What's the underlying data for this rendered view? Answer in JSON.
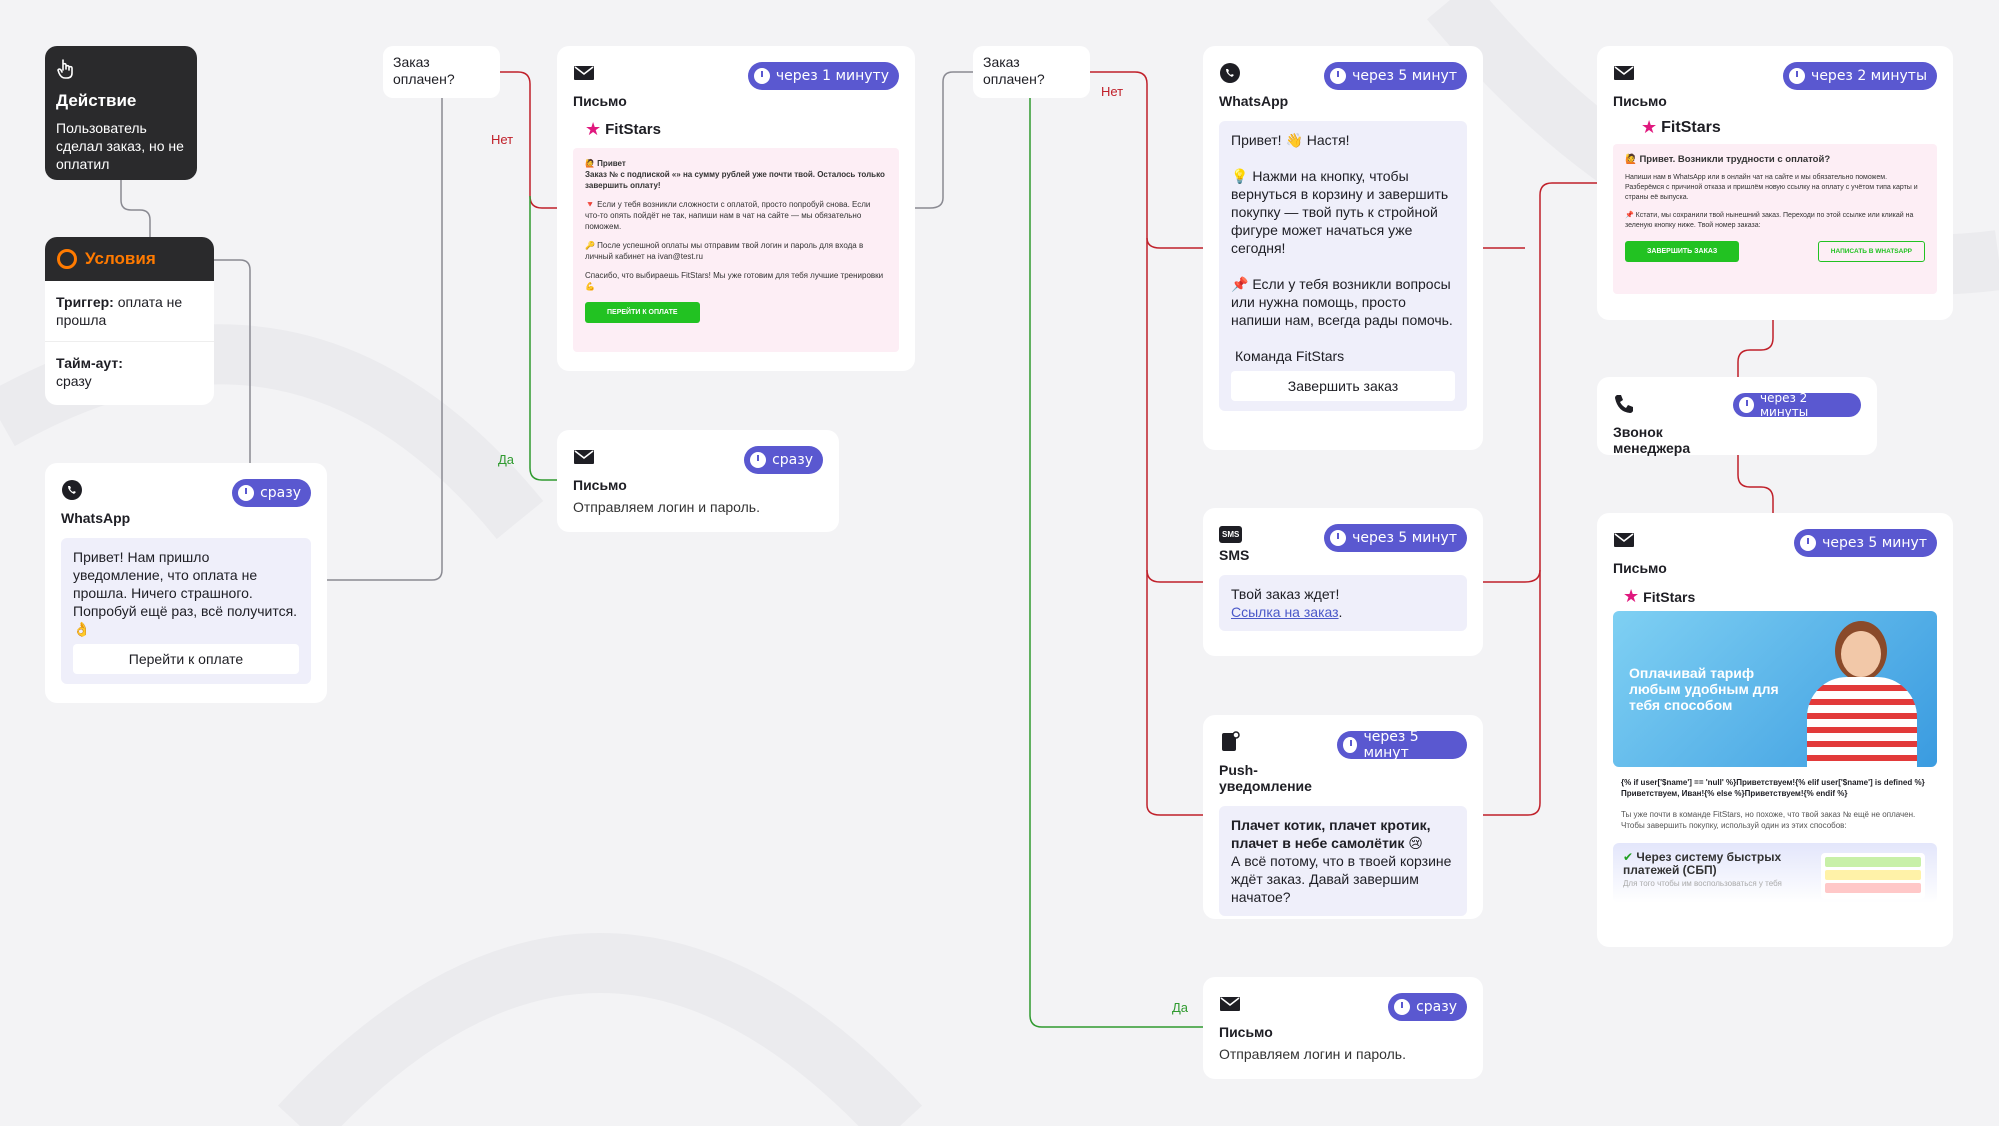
{
  "colors": {
    "purple": "#5a58d0",
    "no": "#c0202a",
    "yes": "#2f9a2f",
    "orange": "#ff7a00",
    "dark": "#2a2a2c"
  },
  "action": {
    "title": "Действие",
    "text": "Пользователь сделал заказ, но не оплатил",
    "icon": "hand-pointer-icon"
  },
  "conditions": {
    "title": "Условия",
    "trigger_label": "Триггер:",
    "trigger_value": "оплата не прошла",
    "timeout_label": "Тайм-аут:",
    "timeout_value": "сразу"
  },
  "wa1": {
    "title": "WhatsApp",
    "badge": "сразу",
    "message": "Привет! Нам пришло уведомление, что оплата не прошла. Ничего страшного. Попробуй ещё раз, всё получится. 👌",
    "button": "Перейти к оплате"
  },
  "q1": {
    "text": "Заказ оплачен?"
  },
  "q2": {
    "text": "Заказ оплачен?"
  },
  "labels": {
    "no": "Нет",
    "yes": "Да"
  },
  "mail1": {
    "title": "Письмо",
    "badge": "через 1 минуту",
    "brand": "FitStars",
    "greet": "🙋 Привет",
    "line1": "Заказ № с подпиской «» на сумму рублей уже почти твой. Осталось только завершить оплату!",
    "p1": "🔻 Если у тебя возникли сложности с оплатой, просто попробуй снова. Если что-то опять пойдёт не так, напиши нам в чат на сайте — мы обязательно поможем.",
    "p2": "🔑 После успешной оплаты мы отправим твой логин и пароль для входа в личный кабинет на ivan@test.ru",
    "p3": "Спасибо, что выбираешь FitStars! Мы уже готовим для тебя лучшие тренировки 💪",
    "button": "ПЕРЕЙТИ К ОПЛАТЕ"
  },
  "mail2": {
    "title": "Письмо",
    "badge": "сразу",
    "text": "Отправляем логин и пароль."
  },
  "wa2": {
    "title": "WhatsApp",
    "badge": "через 5 минут",
    "l1": "Привет! 👋 Настя!",
    "l2": "💡 Нажми на кнопку, чтобы вернуться в корзину и завершить покупку — твой путь к стройной фигуре может начаться уже сегодня!",
    "l3": "📌 Если у тебя возникли вопросы или нужна помощь, просто напиши нам, всегда рады помочь.",
    "sign": "Команда FitStars",
    "button": "Завершить заказ"
  },
  "sms": {
    "title": "SMS",
    "badge": "через 5 минут",
    "text": "Твой заказ ждет!",
    "link": "Ссылка на заказ",
    "icon_text": "SMS"
  },
  "push": {
    "title": "Push-уведомление",
    "badge": "через 5 минут",
    "bold": "Плачет котик, плачет кротик, плачет в небе самолётик 😢",
    "text": "А всё потому, что в твоей корзине ждёт заказ. Давай завершим начатое?"
  },
  "mail3": {
    "title": "Письмо",
    "badge": "сразу",
    "text": "Отправляем логин и пароль."
  },
  "mail4": {
    "title": "Письмо",
    "badge": "через 2 минуты",
    "brand": "FitStars",
    "head": "🙋 Привет. Возникли трудности с оплатой?",
    "p1": "Напиши нам в WhatsApp или в онлайн чат на сайте и мы обязательно поможем. Разберёмся с причиной отказа и пришлём новую ссылку на оплату с учётом типа карты и страны её выпуска.",
    "p2": "📌 Кстати, мы сохранили твой нынешний заказ. Переходи по этой ссылке или кликай на зеленую кнопку ниже. Твой номер заказа:",
    "btn1": "ЗАВЕРШИТЬ ЗАКАЗ",
    "btn2": "НАПИСАТЬ В WHATSAPP"
  },
  "call": {
    "title": "Звонок менеджера",
    "badge": "через 2 минуты"
  },
  "mail5": {
    "title": "Письмо",
    "badge": "через 5 минут",
    "brand": "FitStars",
    "banner": "Оплачивай тариф любым удобным для тебя способом",
    "code": "{% if user['$name'] == 'null' %}Приветствуем!{% elif user['$name'] is defined %}Приветствуем, Иван!{% else %}Приветствуем!{% endif %}",
    "text": "Ты уже почти в команде FitStars, но похоже, что твой заказ № ещё не оплачен. Чтобы завершить покупку, используй один из этих способов:",
    "sbp": "Через систему быстрых платежей (СБП)",
    "sbp_sub": "Для того чтобы им воспользоваться у тебя"
  }
}
